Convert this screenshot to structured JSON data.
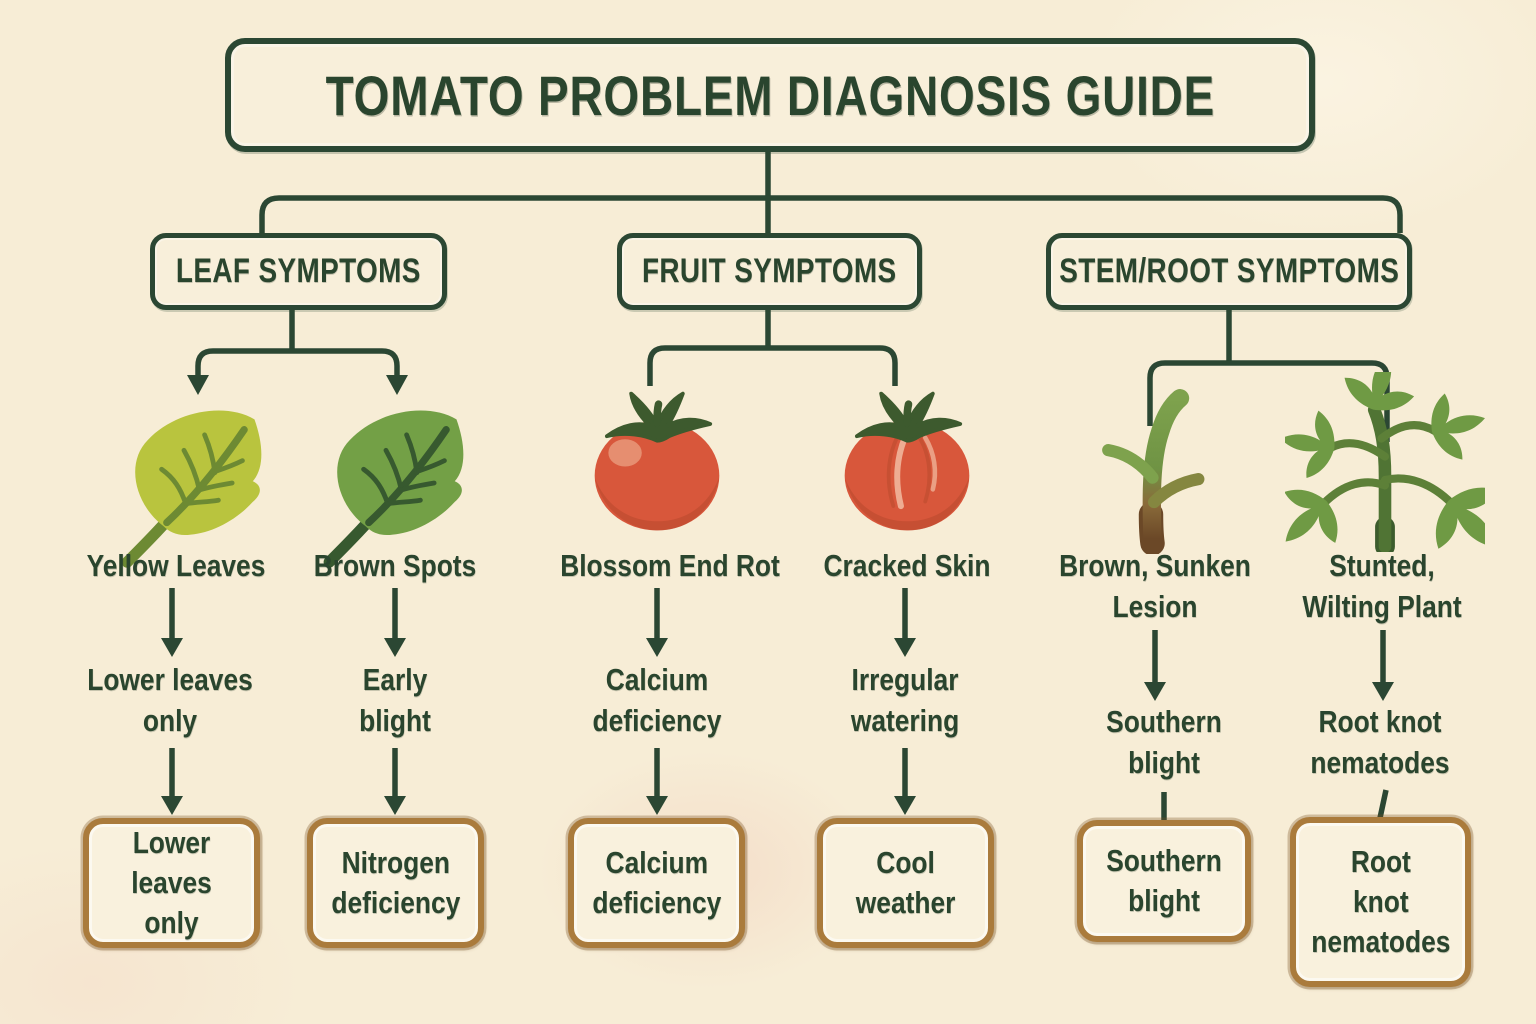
{
  "title": "TOMATO PROBLEM DIAGNOSIS GUIDE",
  "branches": [
    {
      "label": "LEAF SYMPTOMS"
    },
    {
      "label": "FRUIT SYMPTOMS"
    },
    {
      "label": "STEM/ROOT SYMPTOMS"
    }
  ],
  "columns": [
    {
      "icon": "yellow-leaf-icon",
      "branch": "LEAF SYMPTOMS",
      "symptom": "Yellow Leaves",
      "cause": "Lower leaves\nonly",
      "result": "Lower\nleaves only"
    },
    {
      "icon": "brown-spots-leaf-icon",
      "branch": "LEAF SYMPTOMS",
      "symptom": "Brown Spots",
      "cause": "Early\nblight",
      "result": "Nitrogen\ndeficiency"
    },
    {
      "icon": "blossom-end-rot-tomato-icon",
      "branch": "FRUIT SYMPTOMS",
      "symptom": "Blossom End Rot",
      "cause": "Calcium\ndeficiency",
      "result": "Calcium\ndeficiency"
    },
    {
      "icon": "cracked-skin-tomato-icon",
      "branch": "FRUIT SYMPTOMS",
      "symptom": "Cracked Skin",
      "cause": "Irregular\nwatering",
      "result": "Cool\nweather"
    },
    {
      "icon": "stem-lesion-icon",
      "branch": "STEM/ROOT SYMPTOMS",
      "symptom": "Brown, Sunken\nLesion",
      "cause": "Southern\nblight",
      "result": "Southern\nblight"
    },
    {
      "icon": "wilting-plant-icon",
      "branch": "STEM/ROOT SYMPTOMS",
      "symptom": "Stunted,\nWilting Plant",
      "cause": "Root knot\nnematodes",
      "result": "Root\nknot\nnematodes"
    }
  ],
  "colors": {
    "background": "#f7edd6",
    "line": "#2b4733",
    "ink": "#2a452e",
    "panel": "#f8efda",
    "box_border": "#aa7b3c",
    "box_fill": "#f9f1dd",
    "leaf_yellow": "#b9c43e",
    "leaf_yellow_vein": "#6d8a33",
    "leaf_green": "#73a046",
    "leaf_green_vein": "#37592f",
    "tomato": "#d8573b",
    "tomato_shade": "#bb4a2f",
    "calyx": "#3d5a2e",
    "plant_green": "#6f9a44",
    "plant_stem": "#507434"
  }
}
